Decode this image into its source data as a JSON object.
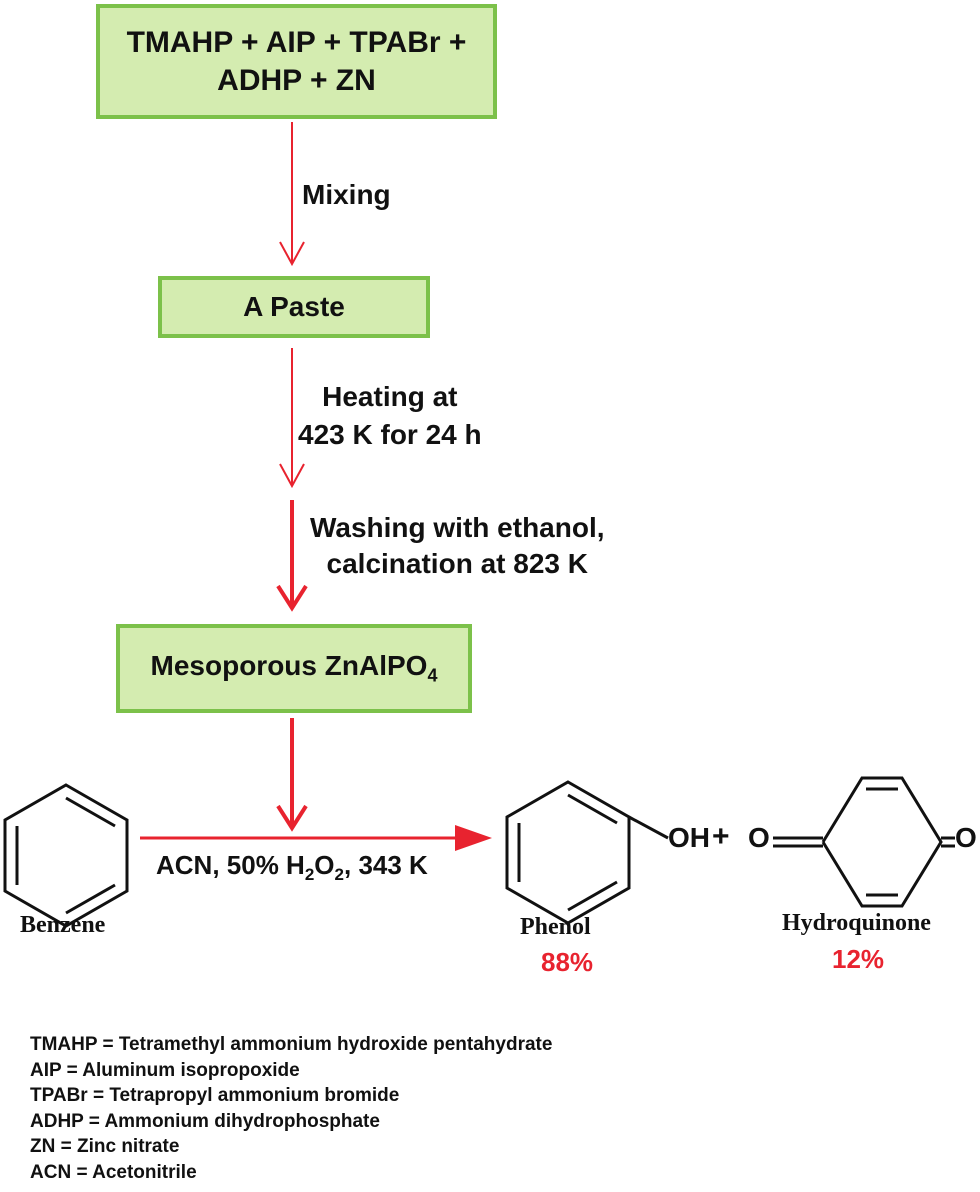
{
  "boxes": {
    "reagents_line1": "TMAHP + AIP + TPABr +",
    "reagents_line2": "ADHP + ZN",
    "paste": "A Paste",
    "product_prefix": "Mesoporous ZnAlPO",
    "product_sub": "4"
  },
  "steps": {
    "mixing": "Mixing",
    "heating_line1": "Heating at",
    "heating_line2": "423 K for 24 h",
    "washing_line1": "Washing with ethanol,",
    "washing_line2": "calcination at 823 K"
  },
  "reaction": {
    "conditions_a": "ACN, 50% H",
    "conditions_sub1": "2",
    "conditions_b": "O",
    "conditions_sub2": "2",
    "conditions_c": ", 343 K",
    "oh": "OH",
    "plus": "+",
    "o_left": "O",
    "o_right": "O"
  },
  "compounds": {
    "benzene": "Benzene",
    "phenol": "Phenol",
    "phenol_pct": "88%",
    "hydroquinone": "Hydroquinone",
    "hydroquinone_pct": "12%"
  },
  "legend": [
    "TMAHP = Tetramethyl ammonium hydroxide pentahydrate",
    "AIP = Aluminum isopropoxide",
    "TPABr = Tetrapropyl ammonium bromide",
    "ADHP = Ammonium dihydrophosphate",
    "ZN = Zinc nitrate",
    "ACN = Acetonitrile"
  ],
  "colors": {
    "arrow": "#e8232f",
    "box_fill": "#d4ecb0",
    "box_border": "#7cc14a"
  }
}
